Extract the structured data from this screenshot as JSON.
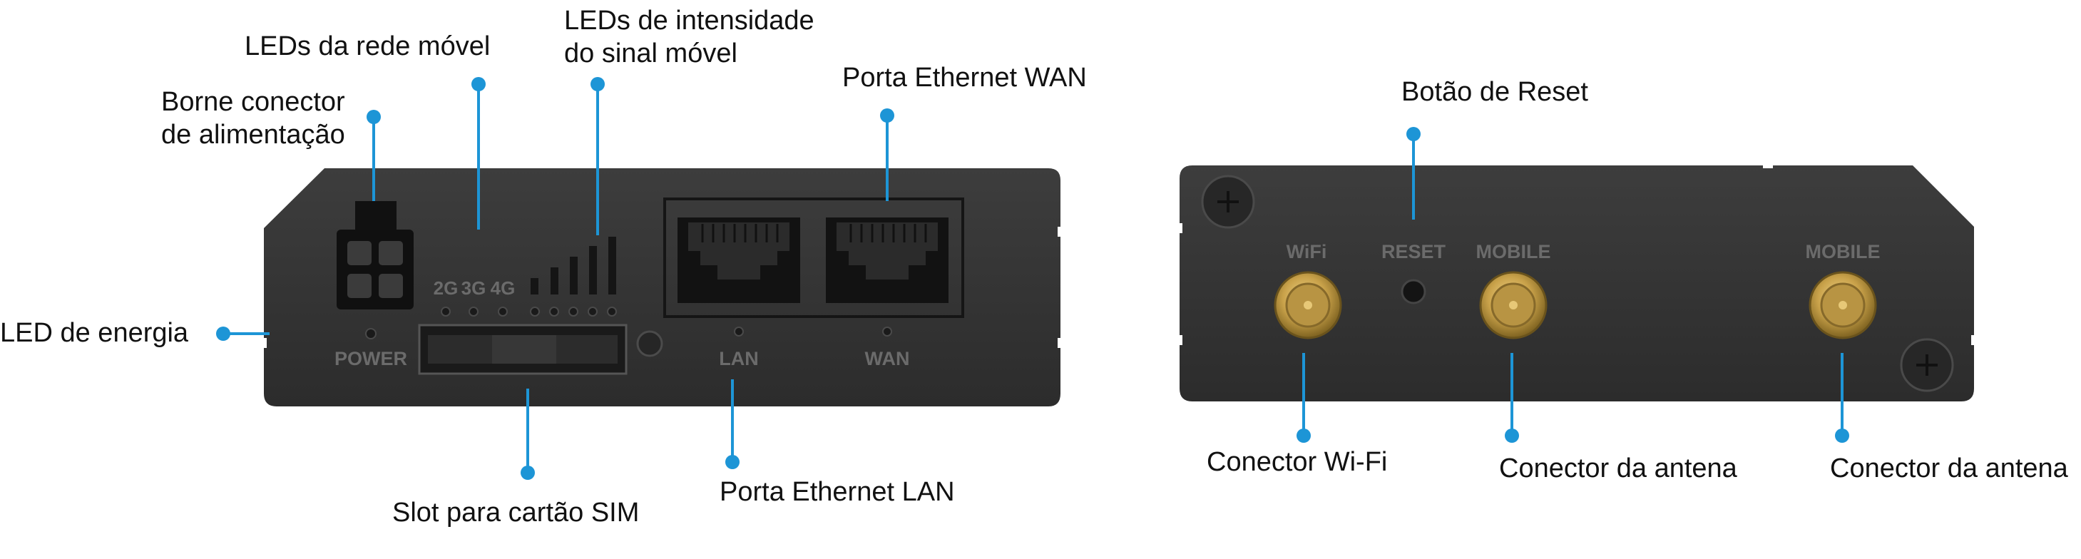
{
  "callouts": {
    "power_terminal": [
      "Borne conector",
      "de alimentação"
    ],
    "mobile_leds": "LEDs da rede móvel",
    "signal_leds": [
      "LEDs de intensidade",
      "do sinal móvel"
    ],
    "wan_port": "Porta Ethernet WAN",
    "power_led": "LED de energia",
    "sim_slot": "Slot para cartão SIM",
    "lan_port": "Porta Ethernet LAN",
    "reset_button": "Botão de Reset",
    "wifi_connector": "Conector Wi-Fi",
    "antenna_connector_1": "Conector da antena",
    "antenna_connector_2": "Conector da antena"
  },
  "front_panel": {
    "network_labels": [
      "2G",
      "3G",
      "4G"
    ],
    "power_label": "POWER",
    "lan_label": "LAN",
    "wan_label": "WAN"
  },
  "back_panel": {
    "wifi_label": "WiFi",
    "reset_label": "RESET",
    "mobile_label_1": "MOBILE",
    "mobile_label_2": "MOBILE"
  },
  "colors": {
    "device_body": "#333333",
    "leader_line": "#1d95d6",
    "connector_gold": "#c9a24a"
  }
}
